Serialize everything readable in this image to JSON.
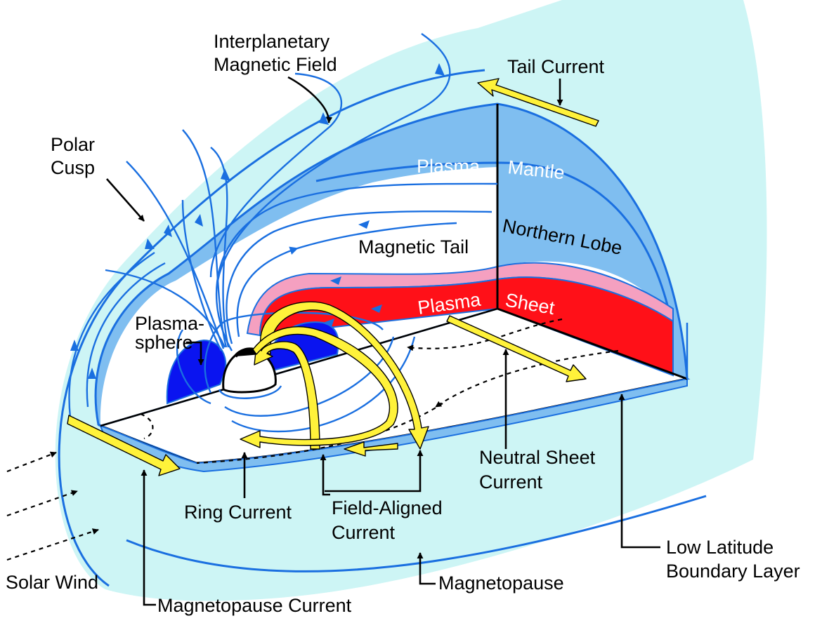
{
  "colors": {
    "magnetosheath": "#cdf5f5",
    "boundary_layer": "#7fbef0",
    "field_line": "#1a6fe0",
    "plasma_sheet": "#ff1018",
    "plasma_sheet_edge": "#f5a0c0",
    "plasmasphere": "#0a14f0",
    "current_arrow": "#fff23a",
    "earth": "#ffffff"
  },
  "labels": {
    "imf_line1": "Interplanetary",
    "imf_line2": "Magnetic Field",
    "tail_current": "Tail Current",
    "polar_cusp_line1": "Polar",
    "polar_cusp_line2": "Cusp",
    "plasma_mantle_left": "Plasma",
    "plasma_mantle_right": "Mantle",
    "northern_lobe": "Northern Lobe",
    "magnetic_tail": "Magnetic Tail",
    "plasmasphere_line1": "Plasma-",
    "plasmasphere_line2": "sphere",
    "plasma_sheet_left": "Plasma",
    "plasma_sheet_right": "Sheet",
    "neutral_sheet_line1": "Neutral Sheet",
    "neutral_sheet_line2": "Current",
    "ring_current": "Ring Current",
    "field_aligned_line1": "Field-Aligned",
    "field_aligned_line2": "Current",
    "low_latitude_line1": "Low Latitude",
    "low_latitude_line2": "Boundary Layer",
    "solar_wind": "Solar Wind",
    "magnetopause": "Magnetopause",
    "magnetopause_current": "Magnetopause Current"
  }
}
